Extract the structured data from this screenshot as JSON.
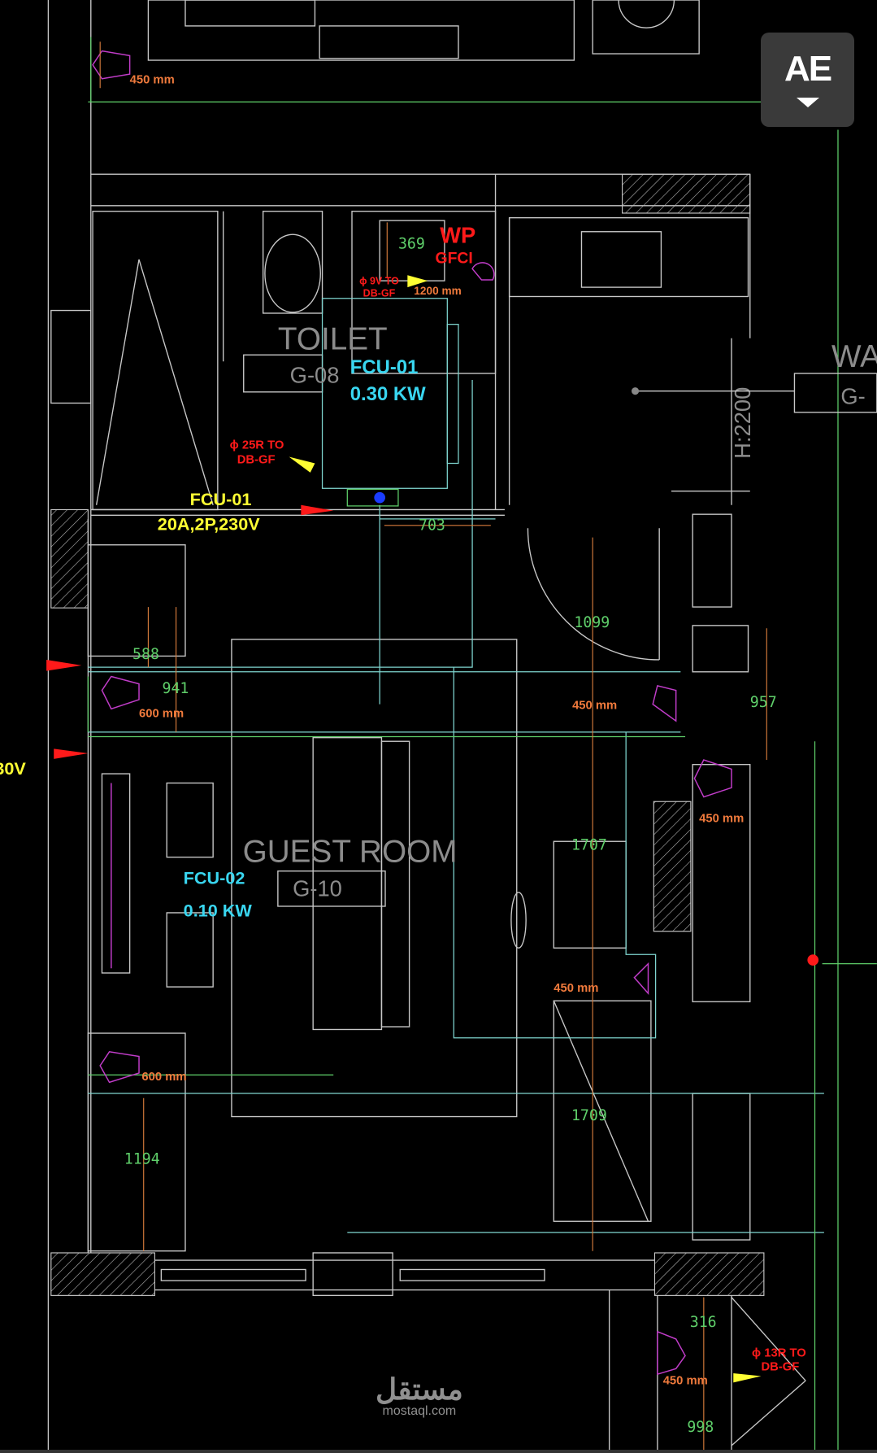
{
  "toolbar": {
    "text_size_button_label": "AE",
    "text_size_button_icon": "text-size-icon"
  },
  "rooms": [
    {
      "name": "TOILET",
      "code": "G-08"
    },
    {
      "name": "GUEST ROOM",
      "code": "G-10"
    },
    {
      "name": "WA",
      "code": "G-"
    }
  ],
  "fcu": [
    {
      "name": "FCU-01",
      "power": "0.30 KW"
    },
    {
      "name": "FCU-02",
      "power": "0.10 KW"
    }
  ],
  "circuit": {
    "name": "FCU-01",
    "rating": "20A,2P,230V",
    "partial_rating": "30V"
  },
  "notes": {
    "wp": "WP",
    "gfci": "GFCI",
    "note_9v_line1": "ϕ 9V TO",
    "note_9v_line2": "DB-GF",
    "note_25r_line1": "ϕ 25R TO",
    "note_25r_line2": "DB-GF",
    "note_13r_line1": "ϕ 13R TO",
    "note_13r_line2": "DB-GF",
    "height": "H:2200"
  },
  "dimensions": {
    "d369": "369",
    "d703": "703",
    "d1099": "1099",
    "d588": "588",
    "d941": "941",
    "d957": "957",
    "d1707": "1707",
    "d1709": "1709",
    "d1194": "1194",
    "d316": "316",
    "d998": "998"
  },
  "mounting_heights": {
    "top_left": "450 mm",
    "toilet": "1200 mm",
    "bed_upper": "600 mm",
    "bed_lower": "600 mm",
    "desk_upper": "450 mm",
    "right_wall": "450 mm",
    "desk_lower": "450 mm",
    "corridor": "450 mm"
  },
  "watermark": {
    "arabic": "مستقل",
    "latin": "mostaql.com"
  }
}
